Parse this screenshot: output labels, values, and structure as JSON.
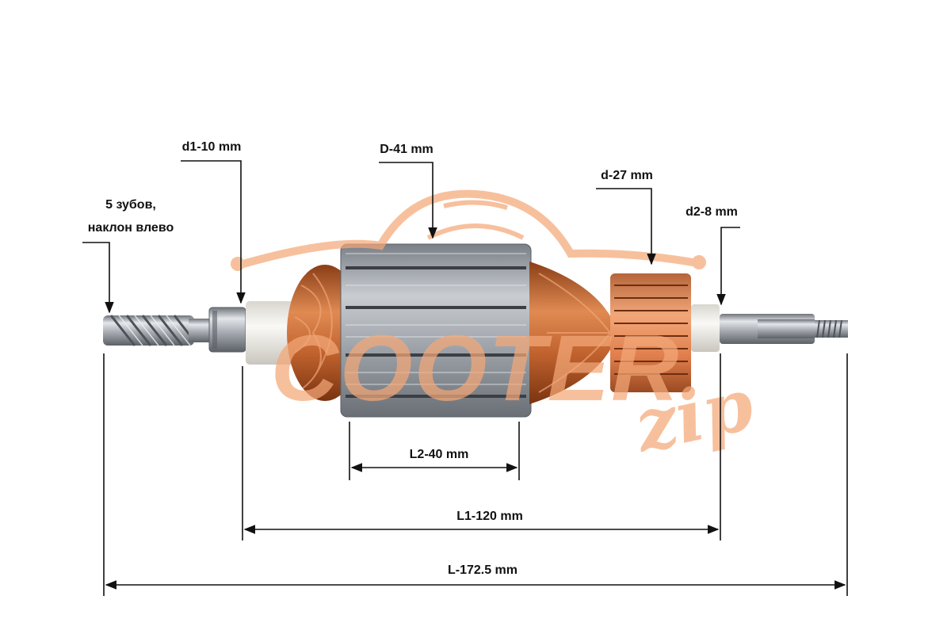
{
  "labels": {
    "teeth_line1": "5 зубов,",
    "teeth_line2": "наклон влево",
    "d1": "d1-10 mm",
    "D": "D-41 mm",
    "d": "d-27 mm",
    "d2": "d2-8 mm",
    "L2": "L2-40 mm",
    "L1": "L1-120 mm",
    "L": "L-172.5 mm"
  },
  "watermark": {
    "text_main": "COOTER",
    "text_script": "zip",
    "color": "#f4a878"
  },
  "colors": {
    "lines": "#111111",
    "copper": "#c0622e",
    "steel": "#a9adb3",
    "insulator": "#f3f1ec"
  }
}
